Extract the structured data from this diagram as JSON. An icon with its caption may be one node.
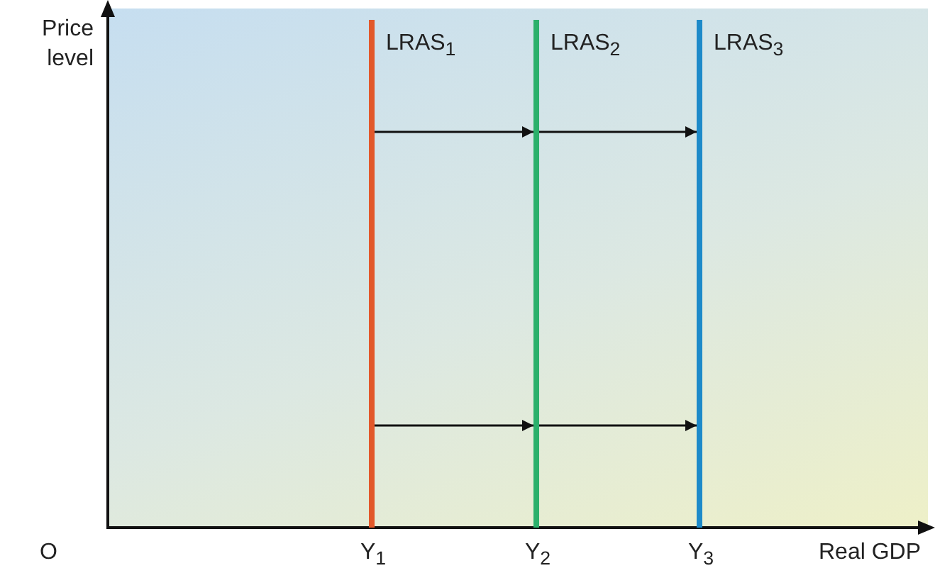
{
  "diagram": {
    "nodes": [
      {
        "text": [],
        "shape": "line",
        "beside": [
          "LRAS$_{1}$",
          "Y$_{1}$"
        ]
      },
      {
        "text": [],
        "shape": "line",
        "beside": [
          "LRAS$_{2}$",
          "Y$_{2}$"
        ]
      },
      {
        "text": [],
        "shape": "line",
        "beside": [
          "LRAS$_{3}$",
          "Y$_{3}$"
        ]
      }
    ],
    "edges": [
      {
        "from": 0,
        "to": 1,
        "arrow": "to"
      },
      {
        "from": 1,
        "to": 2,
        "arrow": "to"
      },
      {
        "from": 0,
        "to": 1,
        "arrow": "to"
      },
      {
        "from": 1,
        "to": 2,
        "arrow": "to"
      }
    ],
    "labels": [
      "Price level",
      "O",
      "Real GDP"
    ]
  }
}
